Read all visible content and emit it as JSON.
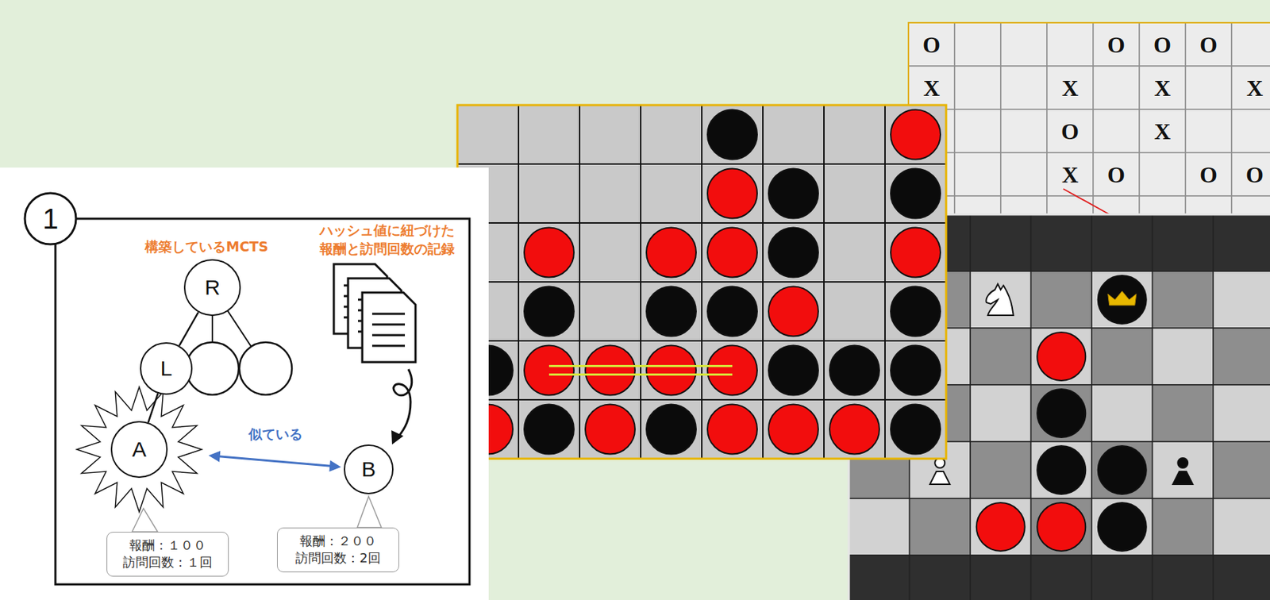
{
  "diagram": {
    "nodes": [
      {
        "text": [
          "R"
        ]
      },
      {
        "text": [
          "L"
        ]
      },
      {
        "text": [
          "A"
        ]
      },
      {
        "text": [
          "B"
        ]
      },
      {
        "text": [
          "報酬：１００",
          "訪問回数：１回"
        ]
      },
      {
        "text": [
          "報酬：２００",
          "訪問回数：2回"
        ]
      }
    ],
    "edges": [
      {
        "from": 0,
        "to": 1,
        "arrow": "none"
      },
      {
        "from": 1,
        "to": 2,
        "arrow": "none"
      },
      {
        "from": 2,
        "to": 3,
        "arrow": "both",
        "label": "似ている"
      }
    ],
    "labels": [
      "O",
      "O",
      "O",
      "O",
      "X",
      "X",
      "X",
      "X",
      "O",
      "X",
      "X",
      "O",
      "O",
      "O",
      "1",
      "構築しているMCTS",
      "ハッシュ値に紐づけた 報酬と訪問回数の記録"
    ]
  }
}
